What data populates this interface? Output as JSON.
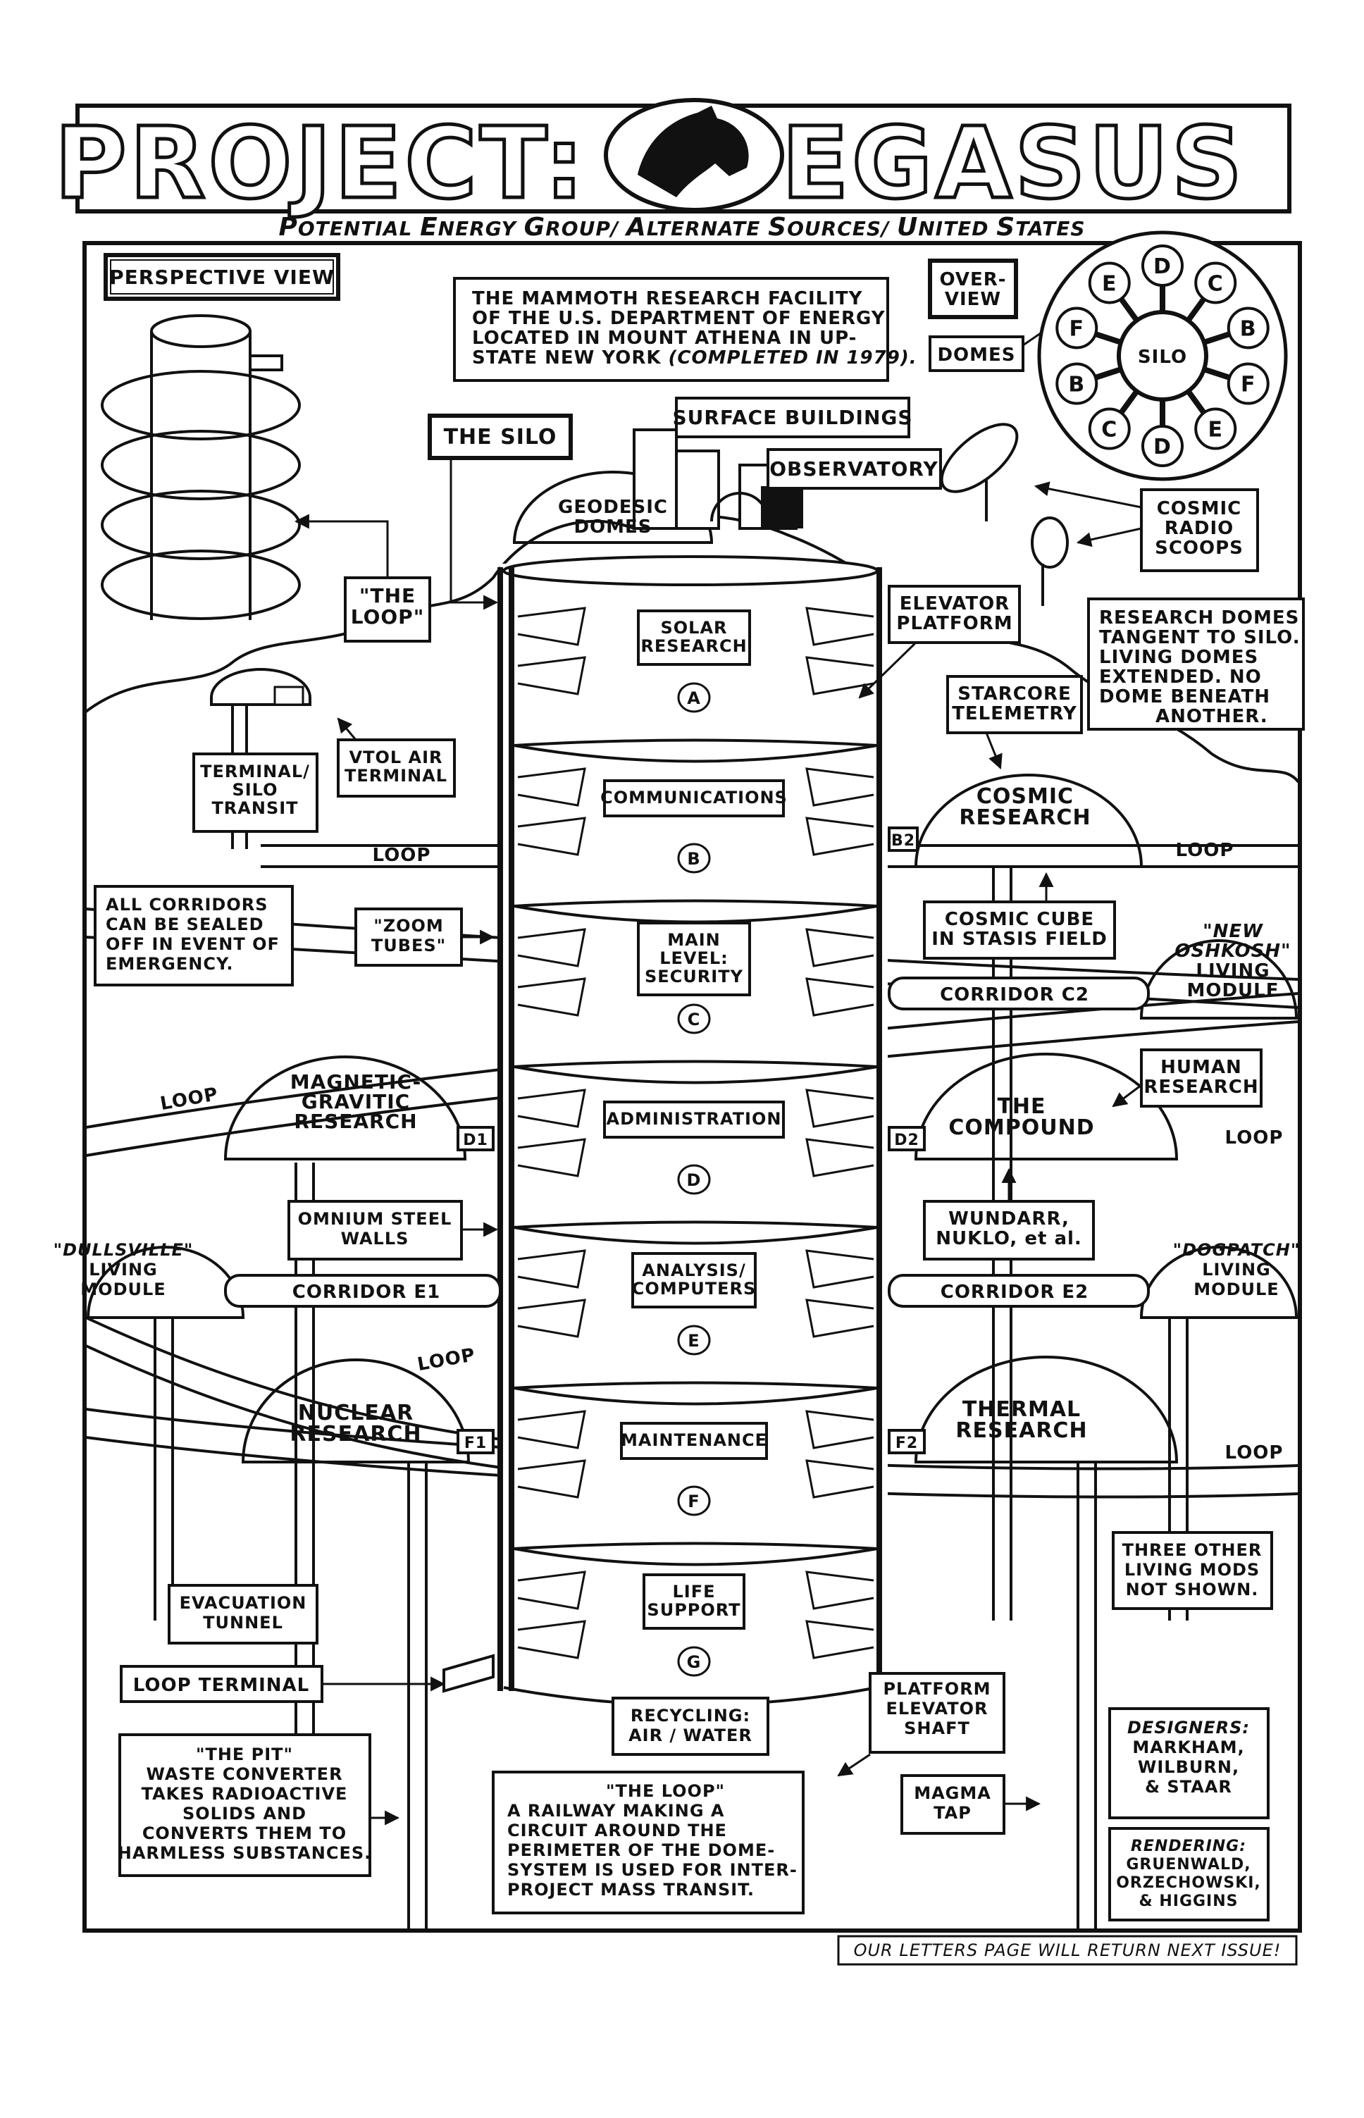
{
  "title": {
    "left": "PROJECT:",
    "right": "PEGASUS",
    "acronym": {
      "p": "P",
      "p_rest": "OTENTIAL ",
      "e": "E",
      "e_rest": "NERGY ",
      "g": "G",
      "g_rest": "ROUP/ ",
      "a": "A",
      "a_rest": "LTERNATE ",
      "s": "S",
      "s_rest": "OURCES/ ",
      "u": "U",
      "u_rest": "NITED ",
      "s2": "S",
      "s2_rest": "TATES"
    },
    "logo_icon": "horse-head-icon"
  },
  "intro": [
    "THE MAMMOTH RESEARCH FACILITY",
    "OF THE U.S. DEPARTMENT OF ENERGY",
    "LOCATED IN MOUNT ATHENA IN UP-",
    "STATE NEW YORK",
    "(COMPLETED IN 1979)."
  ],
  "perspective_view": "PERSPECTIVE VIEW",
  "the_loop_callout": [
    "\"THE",
    "LOOP\""
  ],
  "overview": {
    "label": [
      "OVER-",
      "VIEW"
    ],
    "domes": "DOMES",
    "silo": "SILO",
    "ring": [
      "E",
      "D",
      "C",
      "B",
      "F",
      "E",
      "D",
      "C",
      "B",
      "F"
    ]
  },
  "silo_label": "THE SILO",
  "surface_buildings": "SURFACE BUILDINGS",
  "observatory": "OBSERVATORY",
  "geodesic_domes": [
    "GEODESIC",
    "DOMES"
  ],
  "cosmic_radio_scoops": [
    "COSMIC",
    "RADIO",
    "SCOOPS"
  ],
  "elevator_platform": [
    "ELEVATOR",
    "PLATFORM"
  ],
  "research_note": [
    "RESEARCH DOMES",
    "TANGENT TO SILO.",
    "LIVING DOMES",
    "EXTENDED. NO",
    "DOME BENEATH",
    "ANOTHER."
  ],
  "starcore_telemetry": [
    "STARCORE",
    "TELEMETRY"
  ],
  "levels": [
    {
      "name": [
        "SOLAR",
        "RESEARCH"
      ],
      "letter": "A"
    },
    {
      "name": [
        "COMMUNICATIONS"
      ],
      "letter": "B"
    },
    {
      "name": [
        "MAIN",
        "LEVEL:",
        "SECURITY"
      ],
      "letter": "C"
    },
    {
      "name": [
        "ADMINISTRATION"
      ],
      "letter": "D"
    },
    {
      "name": [
        "ANALYSIS/",
        "COMPUTERS"
      ],
      "letter": "E"
    },
    {
      "name": [
        "MAINTENANCE"
      ],
      "letter": "F"
    },
    {
      "name": [
        "LIFE",
        "SUPPORT"
      ],
      "letter": "G"
    }
  ],
  "domes": {
    "cosmic": [
      "COSMIC",
      "RESEARCH"
    ],
    "compound": [
      "THE",
      "COMPOUND"
    ],
    "thermal": [
      "THERMAL",
      "RESEARCH"
    ],
    "magnetic": [
      "MAGNETIC-",
      "GRAVITIC",
      "RESEARCH"
    ],
    "nuclear": [
      "NUCLEAR",
      "RESEARCH"
    ]
  },
  "tags": {
    "b2": "B2",
    "d1": "D1",
    "d2": "D2",
    "f1": "F1",
    "f2": "F2"
  },
  "loop_label": "LOOP",
  "terminal_silo_transit": [
    "TERMINAL/",
    "SILO",
    "TRANSIT"
  ],
  "vtol": [
    "VTOL AIR",
    "TERMINAL"
  ],
  "corridors_note": [
    "ALL CORRIDORS",
    "CAN BE SEALED",
    "OFF IN EVENT OF",
    "EMERGENCY."
  ],
  "zoom_tubes": [
    "\"ZOOM",
    "TUBES\""
  ],
  "cosmic_cube": [
    "COSMIC CUBE",
    "IN STASIS FIELD"
  ],
  "corridor_c2": "CORRIDOR C2",
  "new_oshkosh": [
    "\"NEW",
    "OSHKOSH\"",
    "LIVING",
    "MODULE"
  ],
  "human_research": [
    "HUMAN",
    "RESEARCH"
  ],
  "omnium": [
    "OMNIUM STEEL",
    "WALLS"
  ],
  "wundarr": [
    "WUNDARR,",
    "NUKLO, et al."
  ],
  "dullsville": [
    "\"DULLSVILLE\"",
    "LIVING",
    "MODULE"
  ],
  "corridor_e1": "CORRIDOR E1",
  "corridor_e2": "CORRIDOR E2",
  "dogpatch": [
    "\"DOGPATCH\"",
    "LIVING",
    "MODULE"
  ],
  "three_other": [
    "THREE OTHER",
    "LIVING MODS",
    "NOT SHOWN."
  ],
  "evacuation": [
    "EVACUATION",
    "TUNNEL"
  ],
  "loop_terminal": "LOOP TERMINAL",
  "recycling": [
    "RECYCLING:",
    "AIR / WATER"
  ],
  "platform_shaft": [
    "PLATFORM",
    "ELEVATOR",
    "SHAFT"
  ],
  "the_pit": [
    "\"THE PIT\"",
    "WASTE CONVERTER",
    "TAKES RADIOACTIVE",
    "SOLIDS AND",
    "CONVERTS THEM TO",
    "HARMLESS SUBSTANCES."
  ],
  "loop_note": [
    "\"THE LOOP\"",
    "A RAILWAY MAKING A",
    "CIRCUIT AROUND THE",
    "PERIMETER OF THE DOME-",
    "SYSTEM IS USED FOR INTER-",
    "PROJECT MASS TRANSIT."
  ],
  "magma_tap": [
    "MAGMA",
    "TAP"
  ],
  "designers": [
    "DESIGNERS:",
    "MARKHAM,",
    "WILBURN,",
    "& STAAR"
  ],
  "rendering": [
    "RENDERING:",
    "GRUENWALD,",
    "ORZECHOWSKI,",
    "& HIGGINS"
  ],
  "footer": "OUR LETTERS PAGE WILL RETURN NEXT ISSUE!"
}
